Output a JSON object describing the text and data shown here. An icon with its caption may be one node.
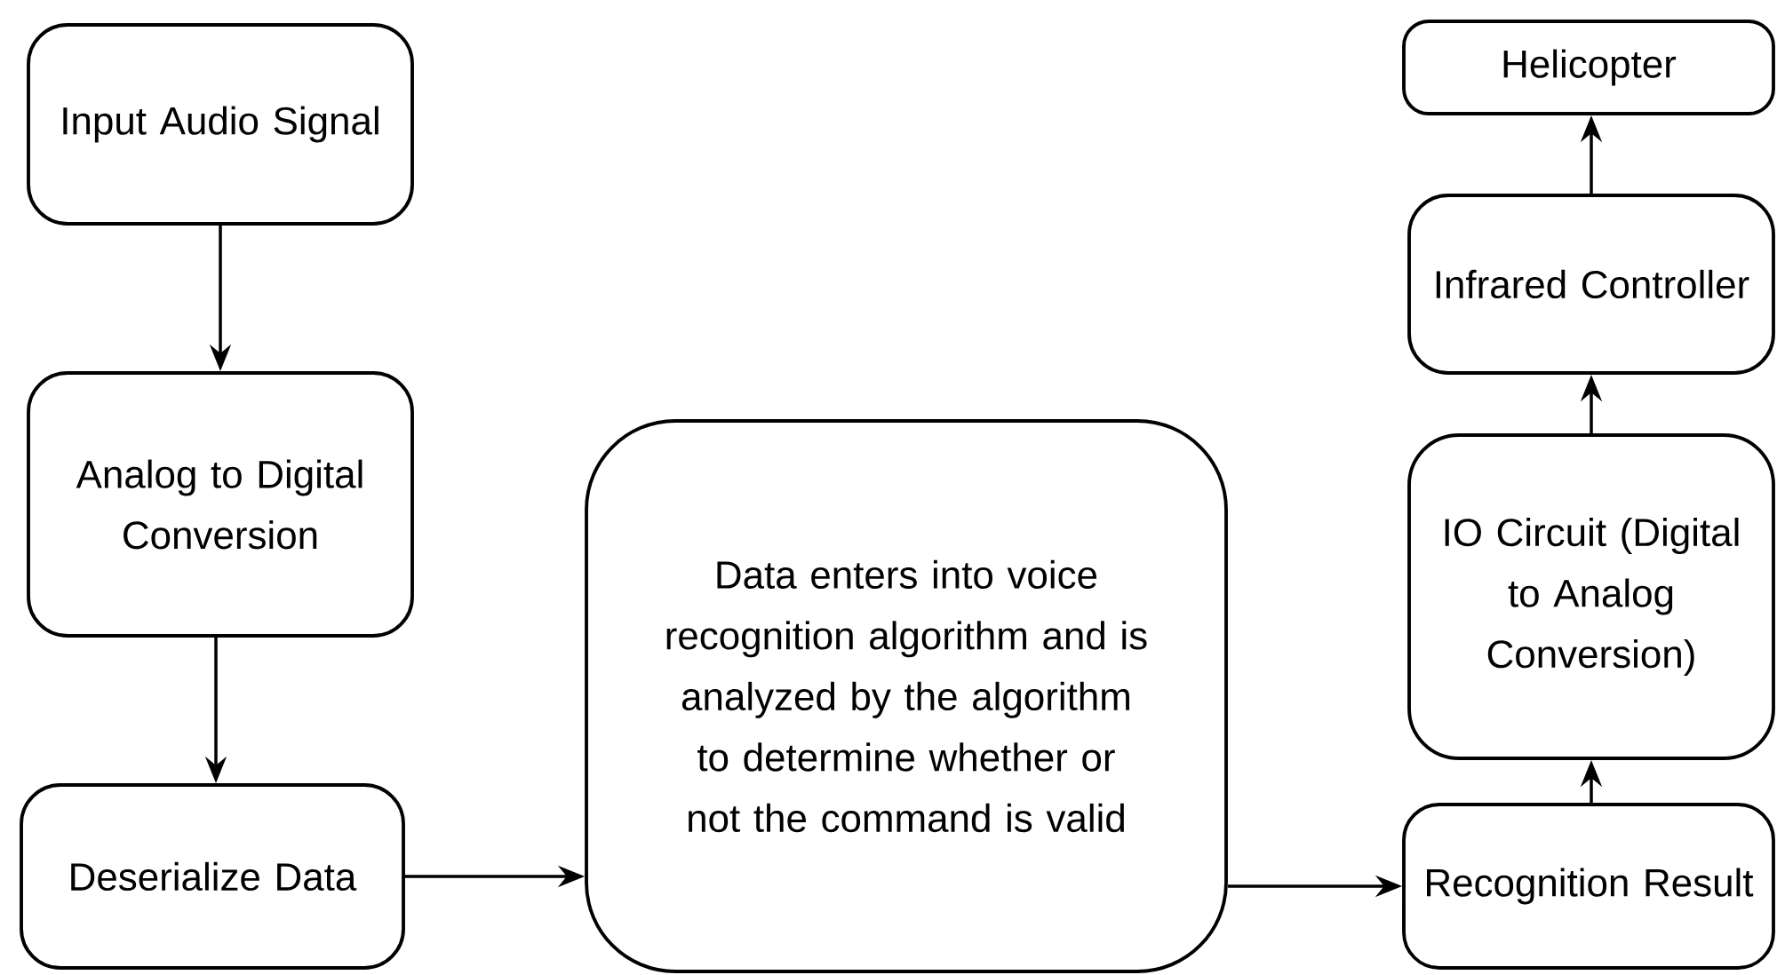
{
  "diagram": {
    "nodes": [
      {
        "text": [
          "Input Audio Signal"
        ]
      },
      {
        "text": [
          "Analog to Digital Conversion"
        ]
      },
      {
        "text": [
          "Deserialize Data"
        ]
      },
      {
        "text": [
          "Data enters into voice recognition algorithm and is analyzed by the algorithm to determine whether or not the command is valid"
        ]
      },
      {
        "text": [
          "Recognition Result"
        ]
      },
      {
        "text": [
          "IO Circuit (Digital to Analog Conversion)"
        ]
      },
      {
        "text": [
          "Infrared Controller"
        ]
      },
      {
        "text": [
          "Helicopter"
        ]
      }
    ],
    "edges": [
      {
        "from": 0,
        "to": 1,
        "arrow": "to"
      },
      {
        "from": 1,
        "to": 2,
        "arrow": "to"
      },
      {
        "from": 2,
        "to": 3,
        "arrow": "to"
      },
      {
        "from": 3,
        "to": 4,
        "arrow": "to"
      },
      {
        "from": 4,
        "to": 5,
        "arrow": "to"
      },
      {
        "from": 5,
        "to": 6,
        "arrow": "to"
      },
      {
        "from": 6,
        "to": 7,
        "arrow": "to"
      }
    ]
  }
}
